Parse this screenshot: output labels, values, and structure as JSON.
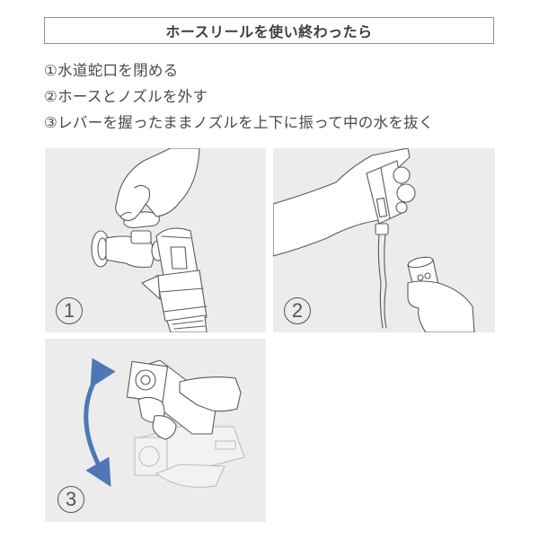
{
  "header": {
    "title": "ホースリールを使い終わったら"
  },
  "steps": [
    {
      "number": "①",
      "text": "①水道蛇口を閉める"
    },
    {
      "number": "②",
      "text": "②ホースとノズルを外す"
    },
    {
      "number": "③",
      "text": "③レバーを握ったままノズルを上下に振って中の水を抜く"
    }
  ],
  "panels": [
    {
      "label": "1",
      "illustration": "hand-closing-faucet"
    },
    {
      "label": "2",
      "illustration": "hose-and-nozzle-detached-draining"
    },
    {
      "label": "3",
      "illustration": "shaking-nozzle-up-and-down"
    }
  ],
  "colors": {
    "panel_bg": "#ececec",
    "arrow": "#4f77b8",
    "title_border": "#8f8f8f",
    "text": "#4a4a4a"
  }
}
